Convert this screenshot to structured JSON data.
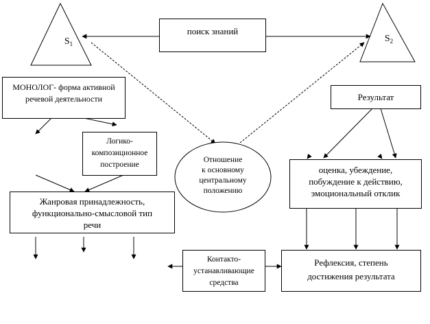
{
  "nodes": {
    "s1": {
      "label": "S",
      "sub": "1"
    },
    "s2": {
      "label": "S",
      "sub": "2"
    },
    "search": "поиск знаний",
    "monolog": [
      "МОНОЛОГ- форма активной",
      "речевой деятельности"
    ],
    "logic": [
      "Логико-",
      "композиционное",
      "построение"
    ],
    "genre": [
      "Жанровая принадлежность,",
      "функционально-смысловой тип",
      "речи"
    ],
    "relation": [
      "Отношение",
      "к основному",
      "центральному",
      "положению"
    ],
    "result": "Результат",
    "evaluation": [
      "оценка, убеждение,",
      "побуждение к действию,",
      "эмоциональный отклик"
    ],
    "contact": [
      "Контакто-",
      "устанавливающие",
      "средства"
    ],
    "reflection": [
      "Рефлексия, степень",
      "достижения результата"
    ]
  }
}
